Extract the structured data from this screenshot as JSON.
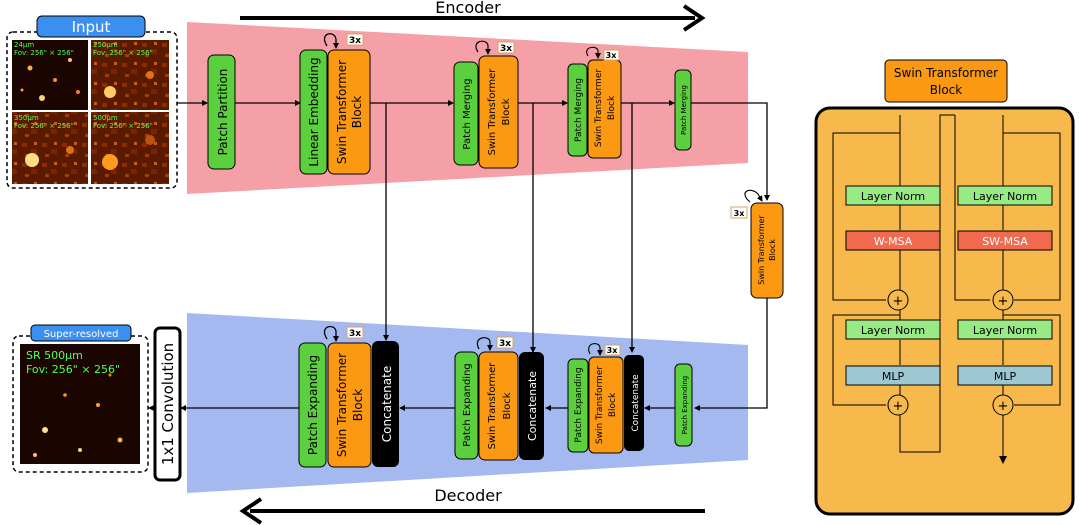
{
  "labels": {
    "input": "Input",
    "encoder": "Encoder",
    "decoder": "Decoder",
    "super_resolved": "Super-resolved",
    "conv": "1x1 Convolution",
    "swin_title_line1": "Swin Transformer",
    "swin_title_line2": "Block",
    "repeat": "3x"
  },
  "input_tiles": [
    {
      "line1": "24µm",
      "line2": "Fov: 256\" × 256\""
    },
    {
      "line1": "250µm",
      "line2": "Fov: 256\" × 256\""
    },
    {
      "line1": "350µm",
      "line2": "Fov: 256\" × 256\""
    },
    {
      "line1": "500µm",
      "line2": "Fov: 256\" × 256\""
    }
  ],
  "output_tile": {
    "line1": "SR 500µm",
    "line2": "Fov: 256\" × 256\""
  },
  "encoder": {
    "patch_partition": "Patch Partition",
    "linear_embedding": "Linear Embedding",
    "swin_block": "Swin Transformer Block",
    "patch_merging": "Patch Merging",
    "swin_block_l1": "Swin Transformer",
    "swin_block_l2": "Block"
  },
  "decoder": {
    "patch_expanding": "Patch Expanding",
    "concatenate": "Concatenate",
    "swin_block_l1": "Swin Transformer",
    "swin_block_l2": "Block"
  },
  "bottleneck": {
    "swin_block_l1": "Swin Transformer",
    "swin_block_l2": "Block"
  },
  "swin_detail": {
    "layer_norm": "Layer Norm",
    "w_msa": "W-MSA",
    "sw_msa": "SW-MSA",
    "mlp": "MLP",
    "plus": "+"
  },
  "colors": {
    "encoder_band": "#f4a0a6",
    "decoder_band": "#a3b9ef",
    "green_box": "#5ccf3e",
    "orange_box": "#fb9a12",
    "detail_panel": "#f7b94b",
    "layer_norm": "#98ea85",
    "msa": "#ef6a4e",
    "mlp": "#9cc7d3",
    "label_blue": "#3b8ff0"
  }
}
